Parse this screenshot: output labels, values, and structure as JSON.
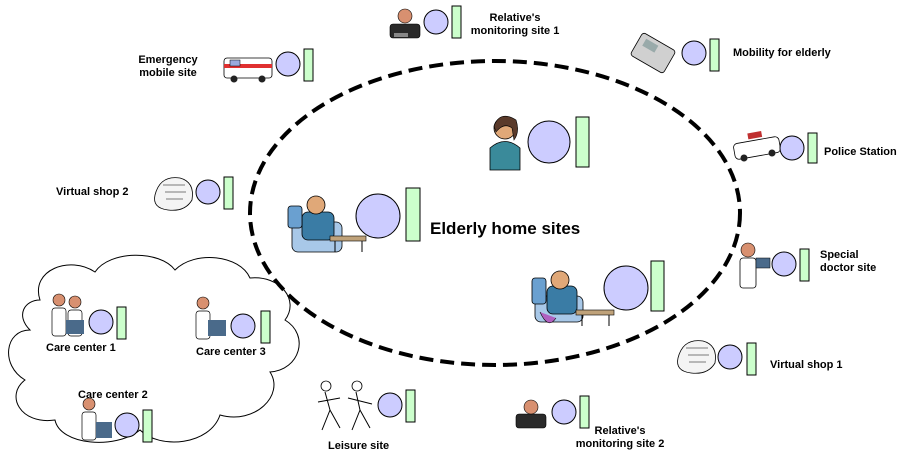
{
  "center": {
    "label": "Elderly home sites"
  },
  "sites": {
    "relative1": {
      "label_line1": "Relative's",
      "label_line2": "monitoring site 1",
      "icon": "person-on-phone-icon"
    },
    "relative2": {
      "label_line1": "Relative's",
      "label_line2": "monitoring site 2",
      "icon": "person-on-phone-icon"
    },
    "emergency": {
      "label_line1": "Emergency",
      "label_line2": "mobile site",
      "icon": "ambulance-icon"
    },
    "mobility": {
      "label": "Mobility for elderly",
      "icon": "mobile-device-icon"
    },
    "police": {
      "label": "Police Station",
      "icon": "police-car-icon"
    },
    "virtual_shop2": {
      "label": "Virtual shop 2",
      "icon": "shopping-hands-icon"
    },
    "virtual_shop1": {
      "label": "Virtual shop 1",
      "icon": "shopping-hands-icon"
    },
    "special_doctor": {
      "label_line1": "Special",
      "label_line2": "doctor site",
      "icon": "doctor-icon"
    },
    "care1": {
      "label": "Care center 1",
      "icon": "doctors-icon"
    },
    "care2": {
      "label": "Care center 2",
      "icon": "doctor-icon"
    },
    "care3": {
      "label": "Care center 3",
      "icon": "doctor-icon"
    },
    "leisure": {
      "label": "Leisure site",
      "icon": "dancers-icon"
    }
  },
  "colors": {
    "node_circle": "#ccccff",
    "node_bar": "#ccffcc",
    "outline": "#000000",
    "skin": "#e0a878",
    "patient_shirt": "#3a7ca5"
  }
}
